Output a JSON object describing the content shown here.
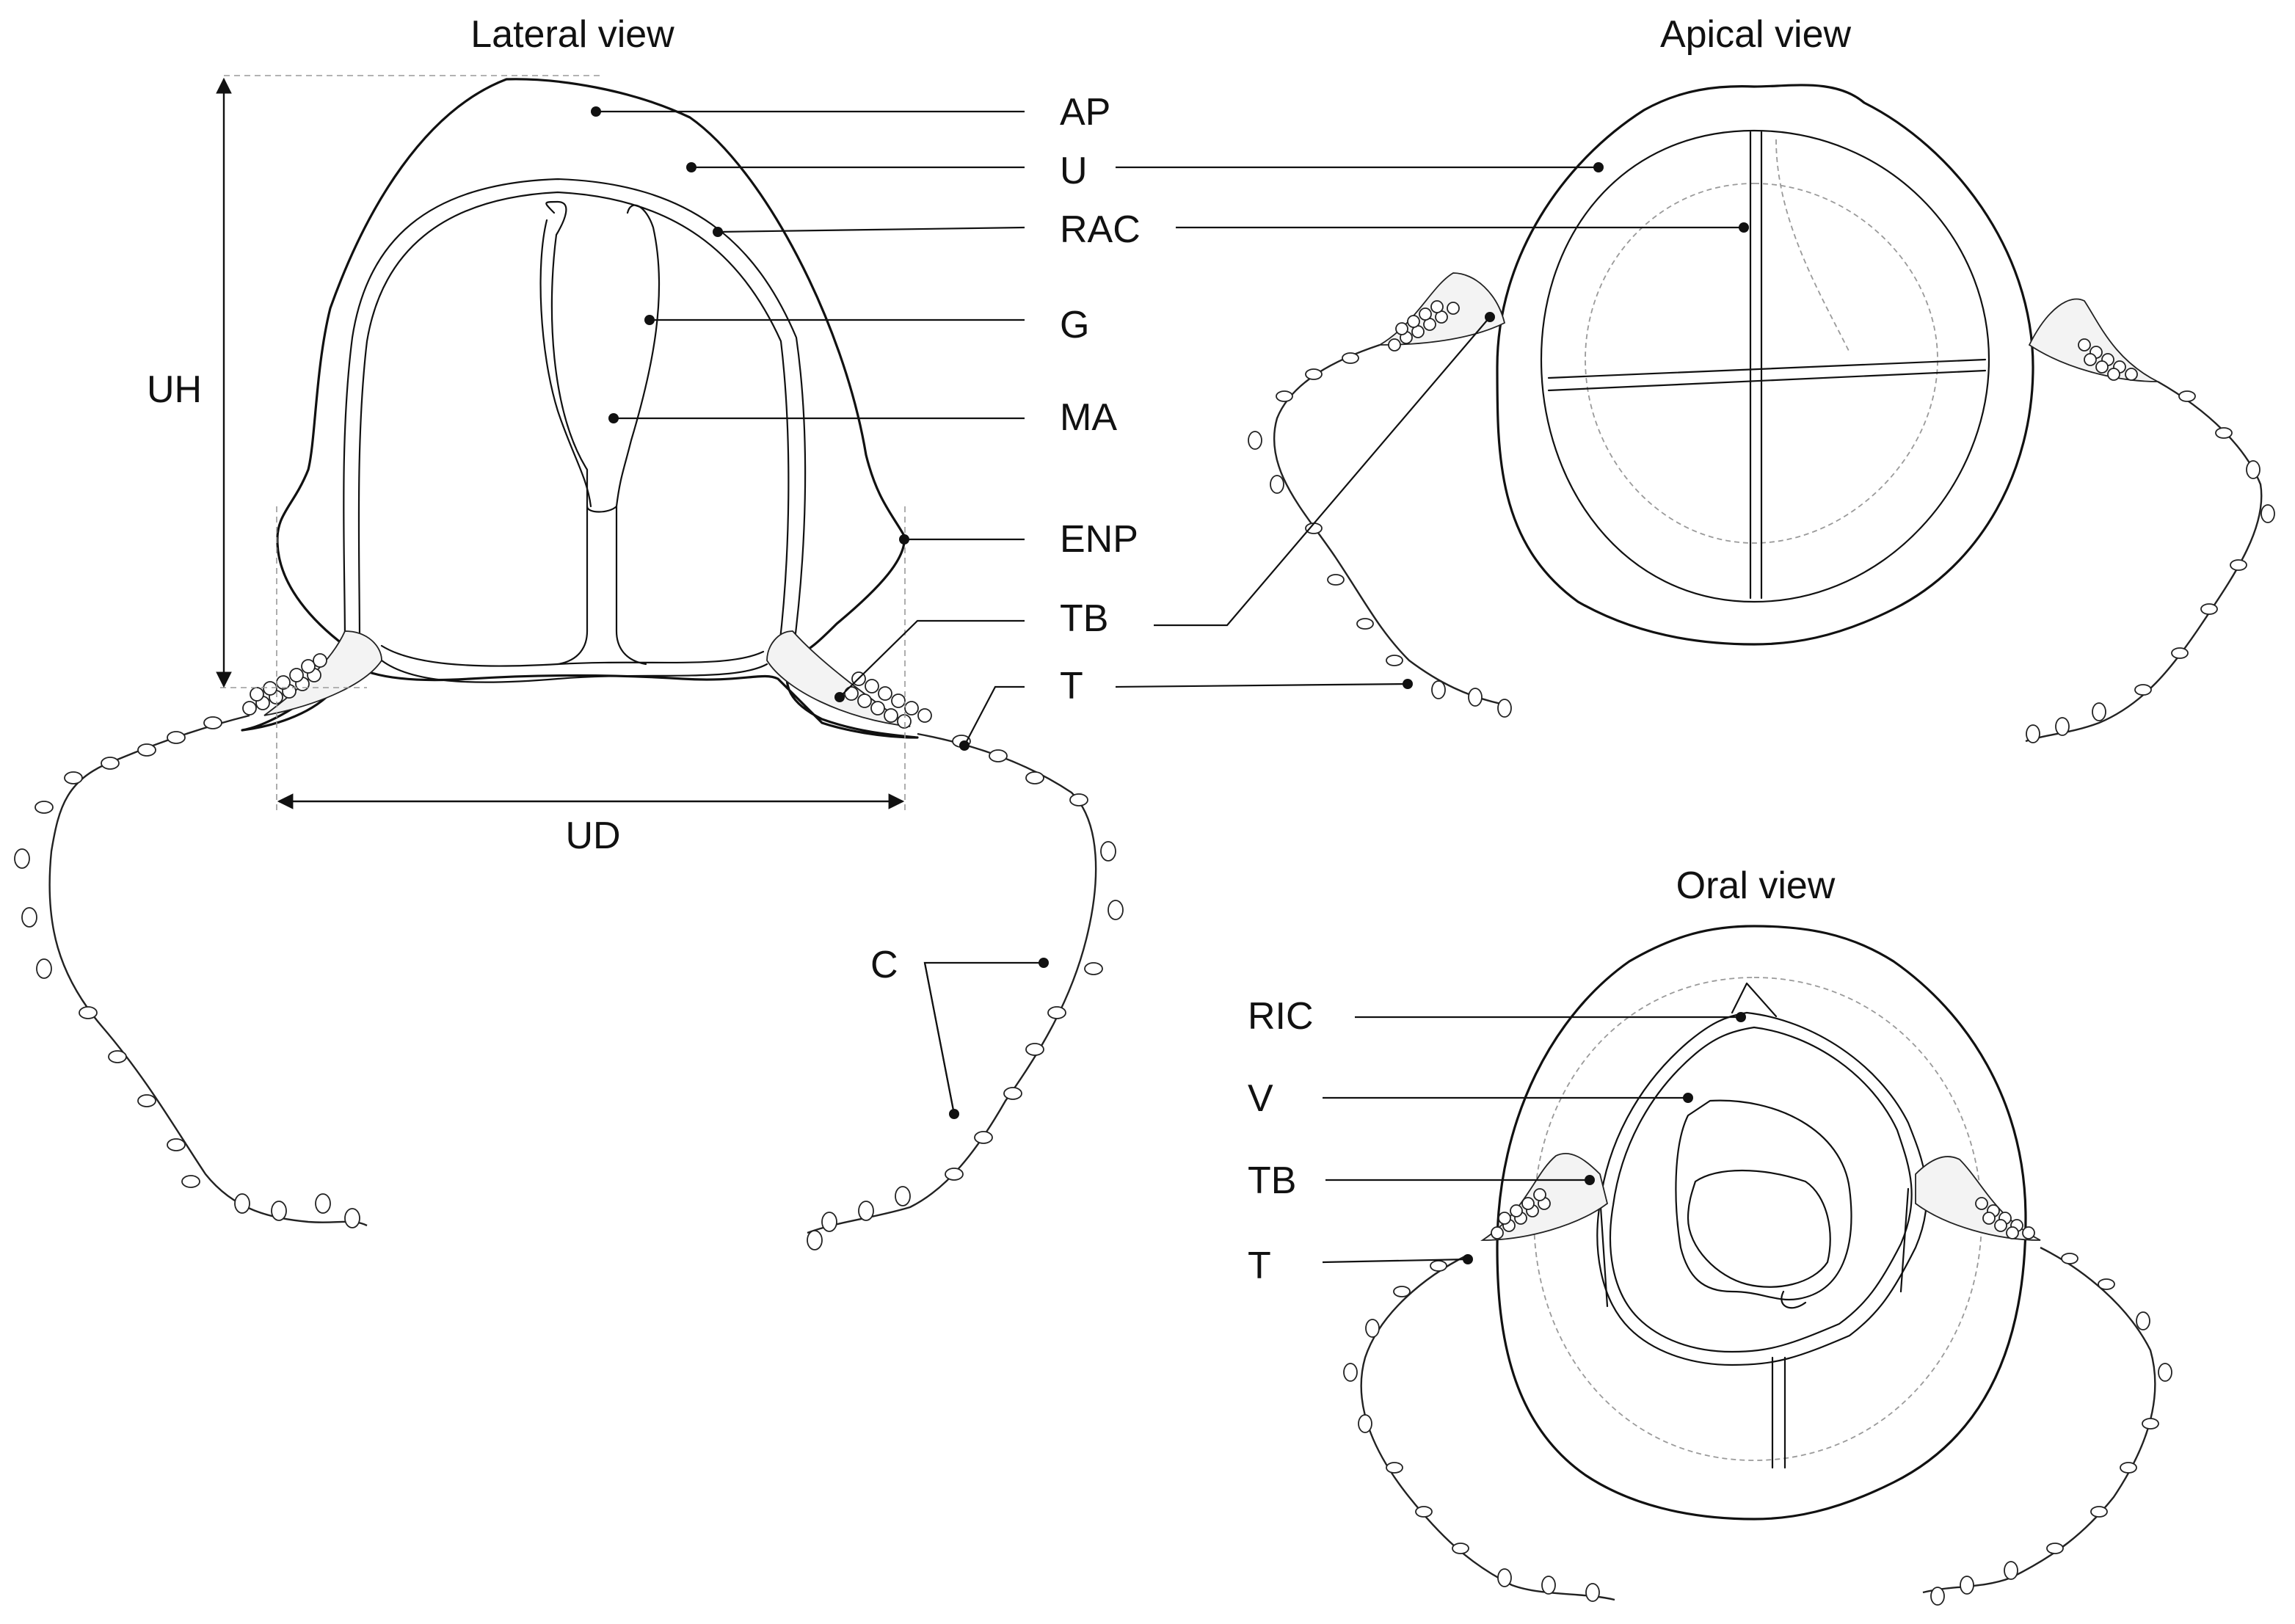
{
  "views": {
    "lateral": {
      "title": "Lateral view",
      "labels": {
        "ap": "AP",
        "u": "U",
        "rac": "RAC",
        "g": "G",
        "ma": "MA",
        "enp": "ENP",
        "tb": "TB",
        "t": "T",
        "c": "C"
      },
      "dimensions": {
        "uh": "UH",
        "ud": "UD"
      }
    },
    "apical": {
      "title": "Apical view"
    },
    "oral": {
      "title": "Oral view",
      "labels": {
        "ric": "RIC",
        "v": "V",
        "tb": "TB",
        "t": "T"
      }
    }
  }
}
